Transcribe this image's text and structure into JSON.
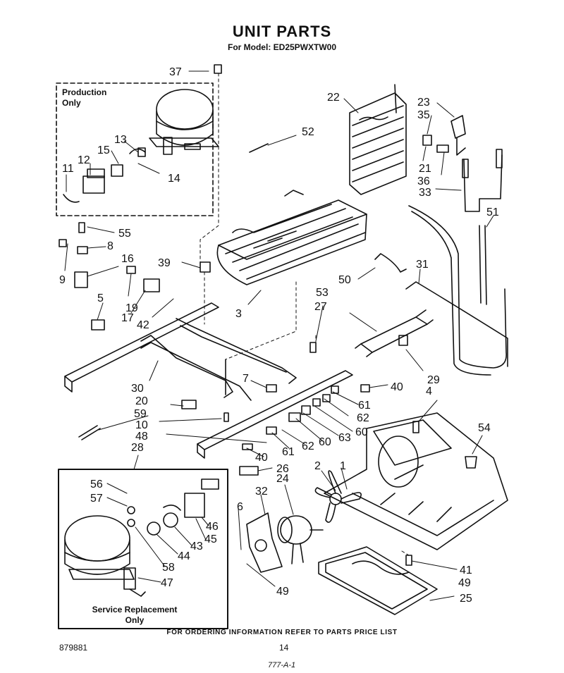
{
  "header": {
    "title": "UNIT PARTS",
    "subtitle": "For Model: ED25PWXTW00"
  },
  "boxes": {
    "production": [
      "Production",
      "Only"
    ],
    "service": [
      "Service Replacement",
      "Only"
    ]
  },
  "footer": {
    "note": "FOR ORDERING INFORMATION REFER TO PARTS PRICE LIST",
    "doc_number": "879881",
    "page_number": "14",
    "handwritten": "777-A-1"
  },
  "callouts": [
    {
      "id": "37"
    },
    {
      "id": "13"
    },
    {
      "id": "15"
    },
    {
      "id": "12"
    },
    {
      "id": "11"
    },
    {
      "id": "14"
    },
    {
      "id": "22"
    },
    {
      "id": "23"
    },
    {
      "id": "35"
    },
    {
      "id": "21"
    },
    {
      "id": "36"
    },
    {
      "id": "33"
    },
    {
      "id": "52"
    },
    {
      "id": "51"
    },
    {
      "id": "55"
    },
    {
      "id": "8"
    },
    {
      "id": "9"
    },
    {
      "id": "16"
    },
    {
      "id": "39"
    },
    {
      "id": "19"
    },
    {
      "id": "17"
    },
    {
      "id": "42"
    },
    {
      "id": "5"
    },
    {
      "id": "3"
    },
    {
      "id": "50"
    },
    {
      "id": "31"
    },
    {
      "id": "53"
    },
    {
      "id": "27"
    },
    {
      "id": "29"
    },
    {
      "id": "7"
    },
    {
      "id": "40"
    },
    {
      "id": "30"
    },
    {
      "id": "20"
    },
    {
      "id": "59"
    },
    {
      "id": "10"
    },
    {
      "id": "48"
    },
    {
      "id": "61"
    },
    {
      "id": "62"
    },
    {
      "id": "60"
    },
    {
      "id": "63"
    },
    {
      "id": "4"
    },
    {
      "id": "54"
    },
    {
      "id": "28"
    },
    {
      "id": "26"
    },
    {
      "id": "2"
    },
    {
      "id": "1"
    },
    {
      "id": "24"
    },
    {
      "id": "32"
    },
    {
      "id": "56"
    },
    {
      "id": "57"
    },
    {
      "id": "46"
    },
    {
      "id": "45"
    },
    {
      "id": "43"
    },
    {
      "id": "44"
    },
    {
      "id": "58"
    },
    {
      "id": "47"
    },
    {
      "id": "6"
    },
    {
      "id": "49"
    },
    {
      "id": "41"
    },
    {
      "id": "25"
    }
  ]
}
